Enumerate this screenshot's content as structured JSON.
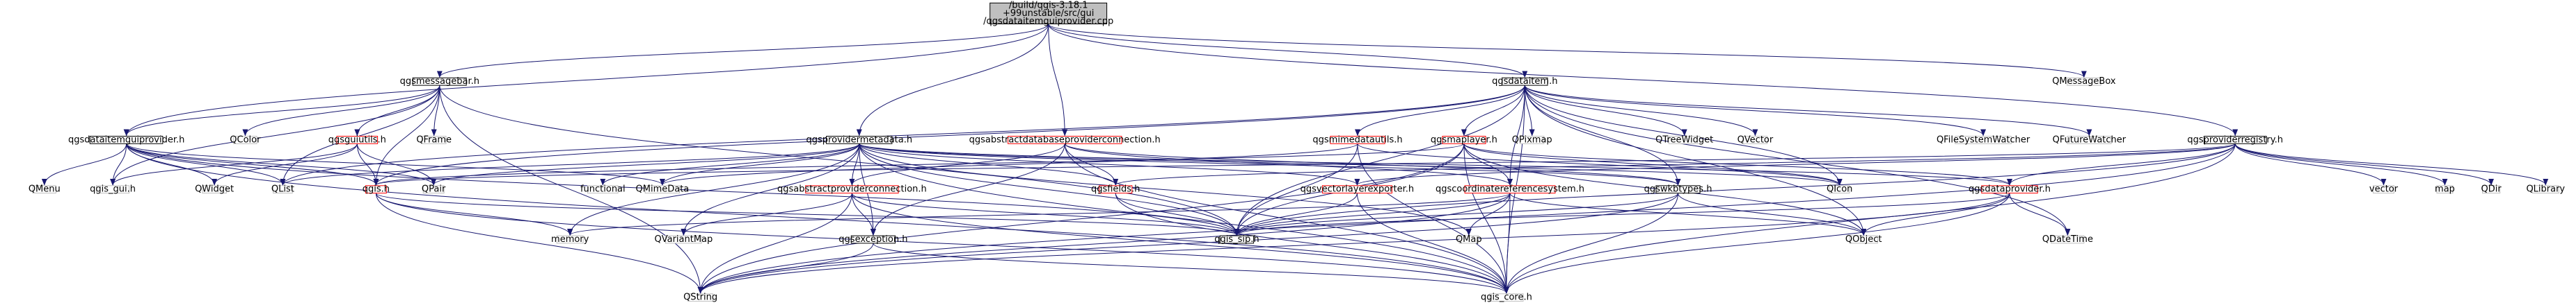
{
  "colors": {
    "root_fill": "#bfbfbf",
    "root_border": "#000000",
    "node_fill": "#ffffff",
    "node_border": "#000000",
    "linked_border": "#ff0000",
    "external_border": "#bfbfbf",
    "edge": "#191970"
  },
  "nodes": [
    {
      "id": "root",
      "type": "root",
      "lines": [
        "/build/qgis-3.18.1",
        "+99unstable/src/gui",
        "/qgsdataitemguiprovider.cpp"
      ]
    },
    {
      "id": "qgsmessagebar",
      "type": "normal",
      "lines": [
        "qgsmessagebar.h"
      ]
    },
    {
      "id": "qgsdataitem",
      "type": "normal",
      "lines": [
        "qgsdataitem.h"
      ]
    },
    {
      "id": "qmessagebox",
      "type": "external",
      "lines": [
        "QMessageBox"
      ]
    },
    {
      "id": "qgsdataitemguiprovider_h",
      "type": "normal",
      "lines": [
        "qgsdataitemguiprovider.h"
      ]
    },
    {
      "id": "qcolor",
      "type": "external",
      "lines": [
        "QColor"
      ]
    },
    {
      "id": "qgsguiutils",
      "type": "linked",
      "lines": [
        "qgsguiutils.h"
      ]
    },
    {
      "id": "qframe",
      "type": "external",
      "lines": [
        "QFrame"
      ]
    },
    {
      "id": "qgsprovidermetadata",
      "type": "normal",
      "lines": [
        "qgsprovidermetadata.h"
      ]
    },
    {
      "id": "qgsabstractdatabaseproviderconnection",
      "type": "linked",
      "lines": [
        "qgsabstractdatabaseproviderconnection.h"
      ]
    },
    {
      "id": "qgsmimedatautils",
      "type": "linked",
      "lines": [
        "qgsmimedatautils.h"
      ]
    },
    {
      "id": "qpixmap",
      "type": "external",
      "lines": [
        "QPixmap"
      ]
    },
    {
      "id": "qtreewidget",
      "type": "external",
      "lines": [
        "QTreeWidget"
      ]
    },
    {
      "id": "qvector",
      "type": "external",
      "lines": [
        "QVector"
      ]
    },
    {
      "id": "qgsmaplayer",
      "type": "linked",
      "lines": [
        "qgsmaplayer.h"
      ]
    },
    {
      "id": "qfilesystemwatcher",
      "type": "external",
      "lines": [
        "QFileSystemWatcher"
      ]
    },
    {
      "id": "qfuturewatcher",
      "type": "external",
      "lines": [
        "QFutureWatcher"
      ]
    },
    {
      "id": "qgsproviderregistry",
      "type": "normal",
      "lines": [
        "qgsproviderregistry.h"
      ]
    },
    {
      "id": "qmenu",
      "type": "external",
      "lines": [
        "QMenu"
      ]
    },
    {
      "id": "qgis_gui",
      "type": "external",
      "lines": [
        "qgis_gui.h"
      ]
    },
    {
      "id": "qwidget",
      "type": "external",
      "lines": [
        "QWidget"
      ]
    },
    {
      "id": "qlist",
      "type": "external",
      "lines": [
        "QList"
      ]
    },
    {
      "id": "qgis_h",
      "type": "linked",
      "lines": [
        "qgis.h"
      ]
    },
    {
      "id": "qpair",
      "type": "external",
      "lines": [
        "QPair"
      ]
    },
    {
      "id": "qmimedata",
      "type": "external",
      "lines": [
        "QMimeData"
      ]
    },
    {
      "id": "functional",
      "type": "external",
      "lines": [
        "functional"
      ]
    },
    {
      "id": "qgsabstractproviderconnection",
      "type": "linked",
      "lines": [
        "qgsabstractproviderconnection.h"
      ]
    },
    {
      "id": "qgsfields",
      "type": "linked",
      "lines": [
        "qgsfields.h"
      ]
    },
    {
      "id": "qgsvectorlayerexporter",
      "type": "linked",
      "lines": [
        "qgsvectorlayerexporter.h"
      ]
    },
    {
      "id": "qgscoordinatereferencesystem",
      "type": "linked",
      "lines": [
        "qgscoordinatereferencesystem.h"
      ]
    },
    {
      "id": "qgswkbtypes",
      "type": "normal",
      "lines": [
        "qgswkbtypes.h"
      ]
    },
    {
      "id": "qicon",
      "type": "external",
      "lines": [
        "QIcon"
      ]
    },
    {
      "id": "qgsdataprovider",
      "type": "linked",
      "lines": [
        "qgsdataprovider.h"
      ]
    },
    {
      "id": "vector",
      "type": "external",
      "lines": [
        "vector"
      ]
    },
    {
      "id": "map",
      "type": "external",
      "lines": [
        "map"
      ]
    },
    {
      "id": "qdir",
      "type": "external",
      "lines": [
        "QDir"
      ]
    },
    {
      "id": "qlibrary",
      "type": "external",
      "lines": [
        "QLibrary"
      ]
    },
    {
      "id": "memory",
      "type": "external",
      "lines": [
        "memory"
      ]
    },
    {
      "id": "qvariantmap",
      "type": "external",
      "lines": [
        "QVariantMap"
      ]
    },
    {
      "id": "qgsexception",
      "type": "normal",
      "lines": [
        "qgsexception.h"
      ]
    },
    {
      "id": "qgis_sip",
      "type": "normal",
      "lines": [
        "qgis_sip.h"
      ]
    },
    {
      "id": "qmap",
      "type": "external",
      "lines": [
        "QMap"
      ]
    },
    {
      "id": "qobject",
      "type": "external",
      "lines": [
        "QObject"
      ]
    },
    {
      "id": "qdatetime",
      "type": "external",
      "lines": [
        "QDateTime"
      ]
    },
    {
      "id": "qstring",
      "type": "external",
      "lines": [
        "QString"
      ]
    },
    {
      "id": "qgis_core",
      "type": "external",
      "lines": [
        "qgis_core.h"
      ]
    }
  ],
  "edges": [
    [
      "root",
      "qgsmessagebar"
    ],
    [
      "root",
      "qgsdataitem"
    ],
    [
      "root",
      "qmessagebox"
    ],
    [
      "root",
      "qgsprovidermetadata"
    ],
    [
      "root",
      "qgsabstractdatabaseproviderconnection"
    ],
    [
      "root",
      "qgsdataitemguiprovider_h"
    ],
    [
      "root",
      "qgsproviderregistry"
    ],
    [
      "qgsmessagebar",
      "qgsdataitemguiprovider_h"
    ],
    [
      "qgsmessagebar",
      "qcolor"
    ],
    [
      "qgsmessagebar",
      "qgsguiutils"
    ],
    [
      "qgsmessagebar",
      "qframe"
    ],
    [
      "qgsmessagebar",
      "qlist"
    ],
    [
      "qgsmessagebar",
      "qgis_gui"
    ],
    [
      "qgsmessagebar",
      "qgis_h"
    ],
    [
      "qgsmessagebar",
      "qgis_sip"
    ],
    [
      "qgsmessagebar",
      "qstring"
    ],
    [
      "qgsdataitemguiprovider_h",
      "qmenu"
    ],
    [
      "qgsdataitemguiprovider_h",
      "qgis_gui"
    ],
    [
      "qgsdataitemguiprovider_h",
      "qwidget"
    ],
    [
      "qgsdataitemguiprovider_h",
      "qlist"
    ],
    [
      "qgsdataitemguiprovider_h",
      "qgis_h"
    ],
    [
      "qgsdataitemguiprovider_h",
      "qpair"
    ],
    [
      "qgsdataitemguiprovider_h",
      "qmimedata"
    ],
    [
      "qgsdataitemguiprovider_h",
      "qgis_sip"
    ],
    [
      "qgsdataitemguiprovider_h",
      "qgis_core"
    ],
    [
      "qgsguiutils",
      "qgis_gui"
    ],
    [
      "qgsguiutils",
      "qwidget"
    ],
    [
      "qgsguiutils",
      "qpair"
    ],
    [
      "qgsguiutils",
      "qgis_h"
    ],
    [
      "qgsdataitem",
      "qgsmimedatautils"
    ],
    [
      "qgsdataitem",
      "qpixmap"
    ],
    [
      "qgsdataitem",
      "qtreewidget"
    ],
    [
      "qgsdataitem",
      "qvector"
    ],
    [
      "qgsdataitem",
      "qgsmaplayer"
    ],
    [
      "qgsdataitem",
      "qfilesystemwatcher"
    ],
    [
      "qgsdataitem",
      "qfuturewatcher"
    ],
    [
      "qgsdataitem",
      "qgscoordinatereferencesystem"
    ],
    [
      "qgsdataitem",
      "qgswkbtypes"
    ],
    [
      "qgsdataitem",
      "qicon"
    ],
    [
      "qgsdataitem",
      "qobject"
    ],
    [
      "qgsdataitem",
      "qdatetime"
    ],
    [
      "qgsdataitem",
      "qgis_sip"
    ],
    [
      "qgsdataitem",
      "qgis_core"
    ],
    [
      "qgsdataitem",
      "qgis_h"
    ],
    [
      "qgsdataitem",
      "qlist"
    ],
    [
      "qgsprovidermetadata",
      "qgsabstractproviderconnection"
    ],
    [
      "qgsprovidermetadata",
      "qgsfields"
    ],
    [
      "qgsprovidermetadata",
      "qgsvectorlayerexporter"
    ],
    [
      "qgsprovidermetadata",
      "functional"
    ],
    [
      "qgsprovidermetadata",
      "memory"
    ],
    [
      "qgsprovidermetadata",
      "qvariantmap"
    ],
    [
      "qgsprovidermetadata",
      "qmimedata"
    ],
    [
      "qgsprovidermetadata",
      "qicon"
    ],
    [
      "qgsprovidermetadata",
      "qgis_sip"
    ],
    [
      "qgsprovidermetadata",
      "qgis_core"
    ],
    [
      "qgsprovidermetadata",
      "qgswkbtypes"
    ],
    [
      "qgsprovidermetadata",
      "qgsexception"
    ],
    [
      "qgsprovidermetadata",
      "qmap"
    ],
    [
      "qgsprovidermetadata",
      "qpair"
    ],
    [
      "qgsprovidermetadata",
      "qgsdataprovider"
    ],
    [
      "qgsprovidermetadata",
      "qlist"
    ],
    [
      "qgsabstractdatabaseproviderconnection",
      "qgsabstractproviderconnection"
    ],
    [
      "qgsabstractdatabaseproviderconnection",
      "qgsfields"
    ],
    [
      "qgsabstractdatabaseproviderconnection",
      "qgsexception"
    ],
    [
      "qgsabstractdatabaseproviderconnection",
      "qgswkbtypes"
    ],
    [
      "qgsabstractdatabaseproviderconnection",
      "qgis_core"
    ],
    [
      "qgsabstractdatabaseproviderconnection",
      "qgscoordinatereferencesystem"
    ],
    [
      "qgsabstractproviderconnection",
      "qgis_sip"
    ],
    [
      "qgsabstractproviderconnection",
      "qvariantmap"
    ],
    [
      "qgsabstractproviderconnection",
      "qgsexception"
    ],
    [
      "qgsabstractproviderconnection",
      "qstring"
    ],
    [
      "qgsabstractproviderconnection",
      "qgis_core"
    ],
    [
      "qgsfields",
      "qgis_sip"
    ],
    [
      "qgsfields",
      "qgis_core"
    ],
    [
      "qgsexception",
      "qstring"
    ],
    [
      "qgsexception",
      "qgis_core"
    ],
    [
      "qgsmimedatautils",
      "qgis_sip"
    ],
    [
      "qgsmimedatautils",
      "qgis_core"
    ],
    [
      "qgsmimedatautils",
      "qicon"
    ],
    [
      "qgsmimedatautils",
      "qmimedata"
    ],
    [
      "qgsmaplayer",
      "qgis_sip"
    ],
    [
      "qgsmaplayer",
      "qgis_core"
    ],
    [
      "qgsmaplayer",
      "qgsdataprovider"
    ],
    [
      "qgsmaplayer",
      "qicon"
    ],
    [
      "qgsmaplayer",
      "qobject"
    ],
    [
      "qgsmaplayer",
      "qgscoordinatereferencesystem"
    ],
    [
      "qgsmaplayer",
      "qgis_h"
    ],
    [
      "qgsmaplayer",
      "qstring"
    ],
    [
      "qgsvectorlayerexporter",
      "qgis_sip"
    ],
    [
      "qgsvectorlayerexporter",
      "qgis_core"
    ],
    [
      "qgscoordinatereferencesystem",
      "qgis_sip"
    ],
    [
      "qgscoordinatereferencesystem",
      "qgis_core"
    ],
    [
      "qgscoordinatereferencesystem",
      "qmap"
    ],
    [
      "qgscoordinatereferencesystem",
      "qstring"
    ],
    [
      "qgscoordinatereferencesystem",
      "qobject"
    ],
    [
      "qgscoordinatereferencesystem",
      "memory"
    ],
    [
      "qgswkbtypes",
      "qgis_sip"
    ],
    [
      "qgswkbtypes",
      "qgis_core"
    ],
    [
      "qgswkbtypes",
      "qobject"
    ],
    [
      "qgswkbtypes",
      "qstring"
    ],
    [
      "qgsproviderregistry",
      "qgsdataprovider"
    ],
    [
      "qgsproviderregistry",
      "vector"
    ],
    [
      "qgsproviderregistry",
      "map"
    ],
    [
      "qgsproviderregistry",
      "qdir"
    ],
    [
      "qgsproviderregistry",
      "qlibrary"
    ],
    [
      "qgsproviderregistry",
      "qstring"
    ],
    [
      "qgsproviderregistry",
      "qgis_core"
    ],
    [
      "qgsproviderregistry",
      "qgis_sip"
    ],
    [
      "qgsproviderregistry",
      "qgsfields"
    ],
    [
      "qgsproviderregistry",
      "qgsvectorlayerexporter"
    ],
    [
      "qgsproviderregistry",
      "qgis_h"
    ],
    [
      "qgsdataprovider",
      "qgis_sip"
    ],
    [
      "qgsdataprovider",
      "qgis_core"
    ],
    [
      "qgsdataprovider",
      "qobject"
    ],
    [
      "qgsdataprovider",
      "qdatetime"
    ],
    [
      "qgsdataprovider",
      "qstring"
    ],
    [
      "qgis_h",
      "memory"
    ],
    [
      "qgis_h",
      "qgis_sip"
    ],
    [
      "qgis_h",
      "qgis_core"
    ],
    [
      "qgis_h",
      "qstring"
    ]
  ]
}
